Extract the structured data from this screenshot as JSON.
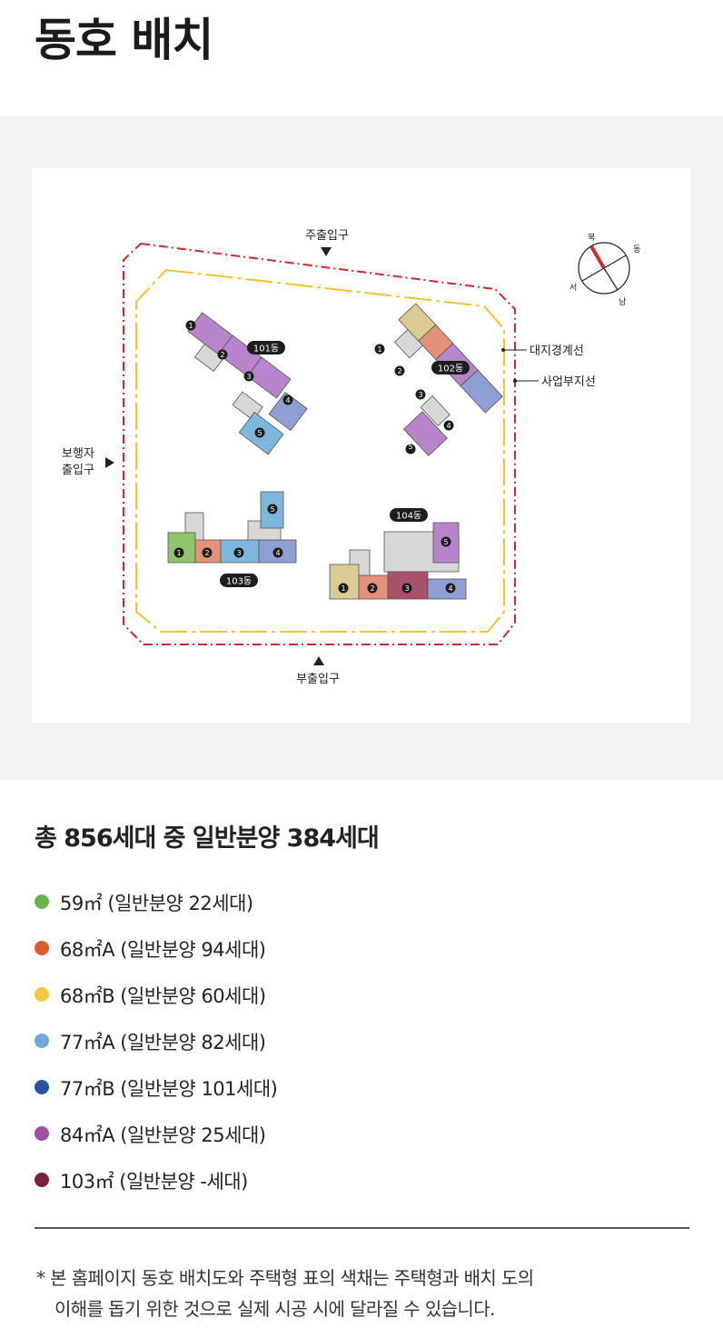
{
  "page_title": "동호 배치",
  "map": {
    "entrance_main": "주출입구",
    "entrance_sub": "부출입구",
    "entrance_pedestrian_line1": "보행자",
    "entrance_pedestrian_line2": "출입구",
    "boundary_site": "대지경계선",
    "boundary_project": "사업부지선",
    "compass": {
      "north": "북",
      "east": "동",
      "west": "서",
      "south": "남"
    },
    "buildings": [
      {
        "label": "101동",
        "units": [
          "1",
          "2",
          "3",
          "4",
          "5"
        ]
      },
      {
        "label": "102동",
        "units": [
          "1",
          "2",
          "3",
          "4",
          "5"
        ]
      },
      {
        "label": "103동",
        "units": [
          "1",
          "2",
          "3",
          "4",
          "5"
        ]
      },
      {
        "label": "104동",
        "units": [
          "1",
          "2",
          "3",
          "4",
          "5"
        ]
      }
    ],
    "colors": {
      "site_boundary": "#d0282e",
      "project_boundary": "#f2c230",
      "unit_59": "#8ec46b",
      "unit_68A": "#e3917a",
      "unit_68B": "#dccb93",
      "unit_77A": "#7db7dd",
      "unit_77B": "#8e9fd4",
      "unit_84A": "#b884cc",
      "unit_103": "#a9516b",
      "common": "#d7d7d7"
    }
  },
  "summary": "총 856세대 중 일반분양 384세대",
  "legend": [
    {
      "label": "59㎡ (일반분양 22세대)",
      "color": "#6bb550"
    },
    {
      "label": "68㎡A (일반분양 94세대)",
      "color": "#e05a30"
    },
    {
      "label": "68㎡B (일반분양 60세대)",
      "color": "#f6c944"
    },
    {
      "label": "77㎡A (일반분양 82세대)",
      "color": "#6fa8d6"
    },
    {
      "label": "77㎡B (일반분양 101세대)",
      "color": "#2853a3"
    },
    {
      "label": "84㎡A (일반분양 25세대)",
      "color": "#9b4fa4"
    },
    {
      "label": "103㎡ (일반분양 -세대)",
      "color": "#7a2340"
    }
  ],
  "footnote": {
    "line1": "* 본 홈페이지 동호 배치도와 주택형 표의 색채는 주택형과 배치 도의",
    "line2": "이해를 돕기 위한 것으로 실제 시공 시에 달라질 수 있습니다."
  }
}
